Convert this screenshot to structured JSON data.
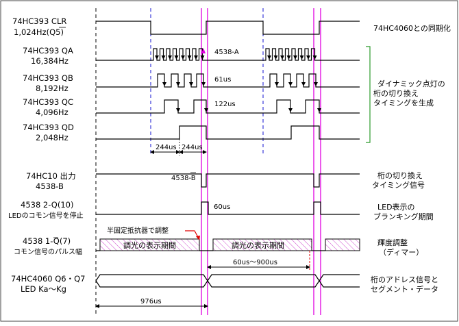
{
  "signals": [
    {
      "line1": "74HC393 CLR",
      "line2": "1,024Hz(Q5)",
      "note": "74HC4060との同期化"
    },
    {
      "line1": "74HC393 QA",
      "line2": "16,384Hz"
    },
    {
      "line1": "74HC393 QB",
      "line2": "8,192Hz"
    },
    {
      "line1": "74HC393 QC",
      "line2": "4,096Hz"
    },
    {
      "line1": "74HC393 QD",
      "line2": "2,048Hz"
    },
    {
      "line1": "74HC10 出力",
      "line2": "4538-B",
      "note1": "桁の切り換え",
      "note2": "タイミング信号"
    },
    {
      "line1": "4538 2-Q(10)",
      "line2": "LEDのコモン信号を停止",
      "note1": "LED表示の",
      "note2": "ブランキング期間"
    },
    {
      "line1": "4538 1-Q(7)",
      "line2": "コモン信号のパルス幅",
      "note1": "輝度調整",
      "note2": "（ディマー）"
    },
    {
      "line1": "74HC4060 Q6・Q7",
      "line2": "LED Ka～Kg",
      "note1": "桁のアドレス信号と",
      "note2": "セグメント・データ"
    }
  ],
  "group_note": [
    "ダイナミック点灯の",
    "桁の切り換え",
    "タイミングを生成"
  ],
  "labels": {
    "qa_tag": "4538-A",
    "qb_tag": "61us",
    "qc_tag": "122us",
    "t244a": "244us",
    "t244b": "244us",
    "b_tag": "4538-B",
    "q2_tag": "60us",
    "resistor_note": "半固定抵抗器で調整",
    "dim1": "調光の表示期間",
    "dim2": "調光の表示期間",
    "range": "60us～900us",
    "period": "976us"
  },
  "colors": {
    "magenta": "#e000e0",
    "blue": "#1010d0",
    "green": "#2a9a2a",
    "red": "#e00000",
    "hatch": "#d050d0"
  }
}
